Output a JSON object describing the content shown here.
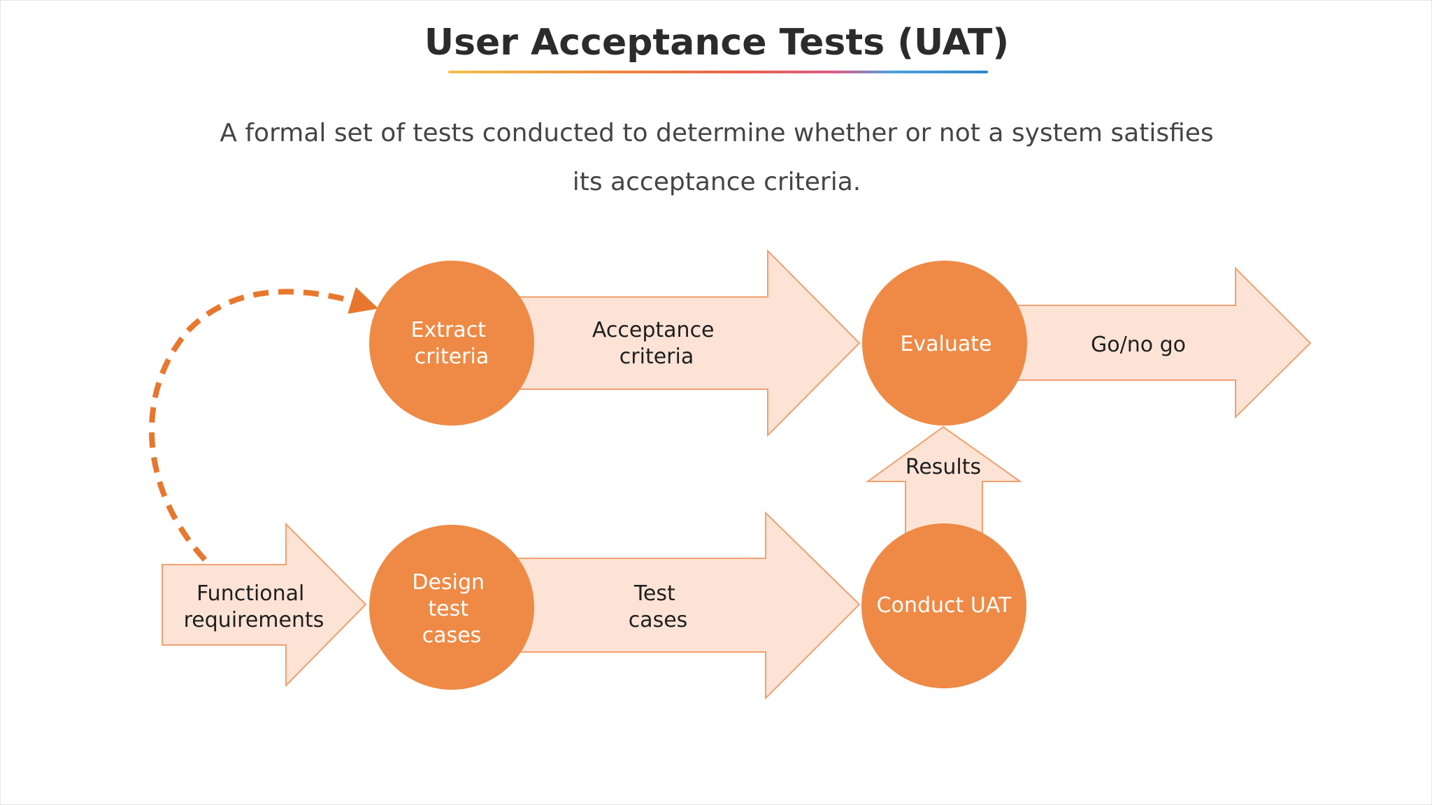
{
  "title": "User Acceptance Tests (UAT)",
  "description": {
    "line1": "A formal set of tests conducted to determine whether or not a system satisfies",
    "line2": "its acceptance criteria."
  },
  "nodes": {
    "extract": [
      "Extract",
      "criteria"
    ],
    "evaluate": [
      "Evaluate"
    ],
    "design": [
      "Design",
      "test",
      "cases"
    ],
    "conduct": [
      "Conduct UAT"
    ]
  },
  "arrows": {
    "functional": [
      "Functional",
      "requirements"
    ],
    "acceptance": [
      "Acceptance",
      "criteria"
    ],
    "go_no_go": [
      "Go/no go"
    ],
    "test_cases": [
      "Test",
      "cases"
    ],
    "results": [
      "Results"
    ]
  },
  "colors": {
    "circle_fill": "#ee8a45",
    "arrow_fill": "#fce3d6",
    "arrow_stroke": "#f0a070",
    "dashed_arrow": "#e8772e"
  }
}
